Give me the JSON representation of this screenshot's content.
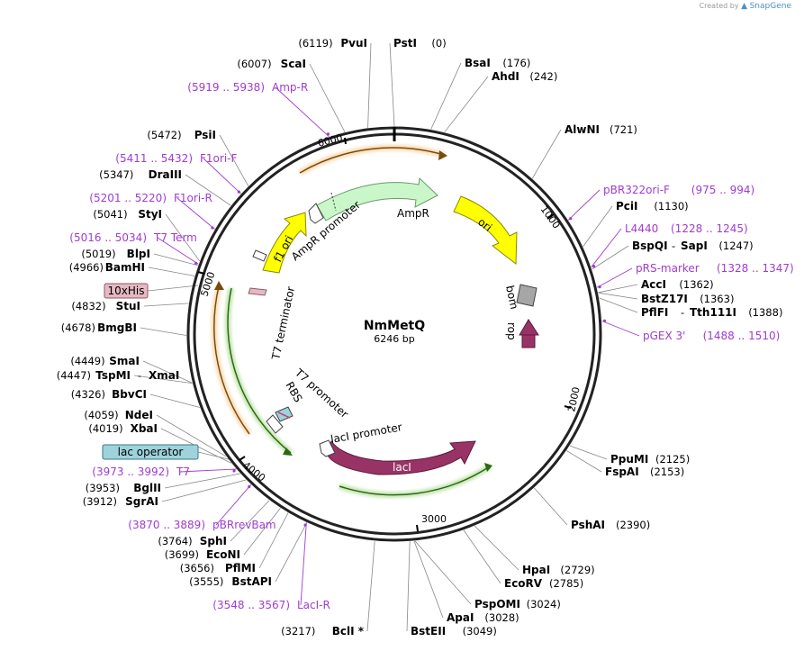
{
  "credit": {
    "prefix": "Created by",
    "brand": "SnapGene"
  },
  "plasmid": {
    "name": "NmMetQ",
    "size_label": "6246 bp"
  },
  "ticks": [
    "1000",
    "2000",
    "3000",
    "4000",
    "5000",
    "6000"
  ],
  "sites": [
    {
      "name": "PvuI",
      "pos": "(6119)",
      "side": "left"
    },
    {
      "name": "PstI",
      "pos": "(0)",
      "side": "right"
    },
    {
      "name": "BsaI",
      "pos": "(176)",
      "side": "right"
    },
    {
      "name": "ScaI",
      "pos": "(6007)",
      "side": "left"
    },
    {
      "name": "AhdI",
      "pos": "(242)",
      "side": "right"
    },
    {
      "name": "AlwNI",
      "pos": "(721)",
      "side": "right"
    },
    {
      "name": "PsiI",
      "pos": "(5472)",
      "side": "left"
    },
    {
      "name": "DraIII",
      "pos": "(5347)",
      "side": "left"
    },
    {
      "name": "PciI",
      "pos": "(1130)",
      "side": "right"
    },
    {
      "name": "StyI",
      "pos": "(5041)",
      "side": "left"
    },
    {
      "name": "BspQI",
      "name2": "SapI",
      "pos": "(1247)",
      "side": "right"
    },
    {
      "name": "BlpI",
      "pos": "(5019)",
      "side": "left"
    },
    {
      "name": "BamHI",
      "pos": "(4966)",
      "side": "left"
    },
    {
      "name": "AccI",
      "pos": "(1362)",
      "side": "right"
    },
    {
      "name": "BstZ17I",
      "pos": "(1363)",
      "side": "right"
    },
    {
      "name": "StuI",
      "pos": "(4832)",
      "side": "left"
    },
    {
      "name": "PflFI",
      "name2": "Tth111I",
      "pos": "(1388)",
      "side": "right"
    },
    {
      "name": "BmgBI",
      "pos": "(4678)",
      "side": "left"
    },
    {
      "name": "SmaI",
      "pos": "(4449)",
      "side": "left"
    },
    {
      "name": "TspMI",
      "name2": "XmaI",
      "pos": "(4447)",
      "side": "left"
    },
    {
      "name": "BbvCI",
      "pos": "(4326)",
      "side": "left"
    },
    {
      "name": "NdeI",
      "pos": "(4059)",
      "side": "left"
    },
    {
      "name": "XbaI",
      "pos": "(4019)",
      "side": "left"
    },
    {
      "name": "PpuMI",
      "pos": "(2125)",
      "side": "right"
    },
    {
      "name": "FspAI",
      "pos": "(2153)",
      "side": "right"
    },
    {
      "name": "BglII",
      "pos": "(3953)",
      "side": "left"
    },
    {
      "name": "SgrAI",
      "pos": "(3912)",
      "side": "left"
    },
    {
      "name": "PshAI",
      "pos": "(2390)",
      "side": "right"
    },
    {
      "name": "SphI",
      "pos": "(3764)",
      "side": "left"
    },
    {
      "name": "EcoNI",
      "pos": "(3699)",
      "side": "left"
    },
    {
      "name": "HpaI",
      "pos": "(2729)",
      "side": "right"
    },
    {
      "name": "PflMI",
      "pos": "(3656)",
      "side": "left"
    },
    {
      "name": "EcoRV",
      "pos": "(2785)",
      "side": "right"
    },
    {
      "name": "BstAPI",
      "pos": "(3555)",
      "side": "left"
    },
    {
      "name": "PspOMI",
      "pos": "(3024)",
      "side": "right"
    },
    {
      "name": "ApaI",
      "pos": "(3028)",
      "side": "right"
    },
    {
      "name": "BclI *",
      "pos": "(3217)",
      "side": "left"
    },
    {
      "name": "BstEII",
      "pos": "(3049)",
      "side": "right"
    }
  ],
  "primers": [
    {
      "name": "Amp-R",
      "range": "(5919 .. 5938)",
      "side": "left"
    },
    {
      "name": "F1ori-F",
      "range": "(5411 .. 5432)",
      "side": "left"
    },
    {
      "name": "F1ori-R",
      "range": "(5201 .. 5220)",
      "side": "left"
    },
    {
      "name": "T7 Term",
      "range": "(5016 .. 5034)",
      "side": "left"
    },
    {
      "name": "pBR322ori-F",
      "range": "(975 .. 994)",
      "side": "right"
    },
    {
      "name": "L4440",
      "range": "(1228 .. 1245)",
      "side": "right"
    },
    {
      "name": "pRS-marker",
      "range": "(1328 .. 1347)",
      "side": "right"
    },
    {
      "name": "pGEX 3'",
      "range": "(1488 .. 1510)",
      "side": "right"
    },
    {
      "name": "T7",
      "range": "(3973 .. 3992)",
      "side": "left"
    },
    {
      "name": "pBRrevBam",
      "range": "(3870 .. 3889)",
      "side": "left"
    },
    {
      "name": "LacI-R",
      "range": "(3548 .. 3567)",
      "side": "left"
    }
  ],
  "boxed_features": [
    {
      "name": "10xHis",
      "fill": "#e6b8c4",
      "stroke": "#8a5a66"
    },
    {
      "name": "lac operator",
      "fill": "#9fd3dc",
      "stroke": "#3a7a86"
    }
  ],
  "features": [
    {
      "name": "AmpR",
      "kind": "cds",
      "fill": "#c9f7c9"
    },
    {
      "name": "ori",
      "kind": "origin",
      "fill": "#ffff00"
    },
    {
      "name": "f1 ori",
      "kind": "origin",
      "fill": "#ffff00"
    },
    {
      "name": "AmpR promoter",
      "kind": "promoter",
      "fill": "#ffffff"
    },
    {
      "name": "lacI",
      "kind": "cds",
      "fill": "#993366"
    },
    {
      "name": "lacI promoter",
      "kind": "promoter",
      "fill": "#ffffff"
    },
    {
      "name": "rop",
      "kind": "cds",
      "fill": "#993366"
    },
    {
      "name": "bom",
      "kind": "misc",
      "fill": "#a6a6a6"
    },
    {
      "name": "T7 terminator",
      "kind": "terminator",
      "fill": "#ffffff"
    },
    {
      "name": "T7 promoter",
      "kind": "promoter",
      "fill": "#ffffff"
    },
    {
      "name": "RBS",
      "kind": "rbs",
      "fill": "#ffffff"
    }
  ],
  "colors": {
    "backbone": "#222222",
    "primer": "#a03cd0",
    "orf_orange": "#f0a030",
    "orf_green": "#66bb33",
    "leader": "#888888"
  }
}
